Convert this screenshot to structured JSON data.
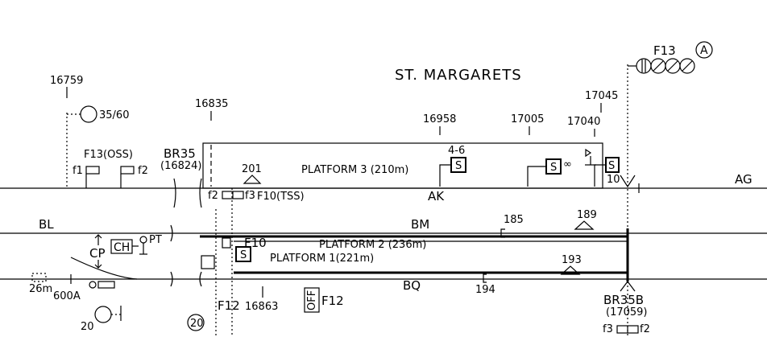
{
  "station": "ST. MARGARETS",
  "lines": {
    "up": "AG",
    "down_left": "BL",
    "middle": "BM",
    "bottom": "BQ",
    "ak": "AK"
  },
  "platforms": {
    "p3": "PLATFORM  3 (210m)",
    "p2": "PLATFORM  2 (236m)",
    "p1": "PLATFORM  1(221m)"
  },
  "mileages": [
    "16759",
    "16835",
    "16958",
    "17005",
    "17045",
    "17040"
  ],
  "bridges": {
    "br35": "BR35",
    "br35_m": "(16824)",
    "br35b": "BR35B",
    "br35b_m": "(17059)"
  },
  "signals": {
    "s35_60": "35/60",
    "f13oss": "F13(OSS)",
    "f1": "f1",
    "f2": "f2",
    "f2b": "f2",
    "f3": "f3",
    "f10tss": "F10(TSS)",
    "s201": "201",
    "s4_6": "4-6",
    "s10": "10",
    "f13": "F13",
    "circle_a": "A",
    "s185": "185",
    "s189": "189",
    "s193": "193",
    "s194": "194",
    "f10": "F10",
    "f12": "F12",
    "f12b": "F12",
    "m16863": "16863",
    "ch": "CH",
    "pt": "PT",
    "cp": "CP",
    "m26m": "26m",
    "s600a": "600A",
    "s20": "20",
    "s20b": "20",
    "off": "OFF",
    "f3b": "f3",
    "f2c": "f2",
    "s_box": "S"
  }
}
